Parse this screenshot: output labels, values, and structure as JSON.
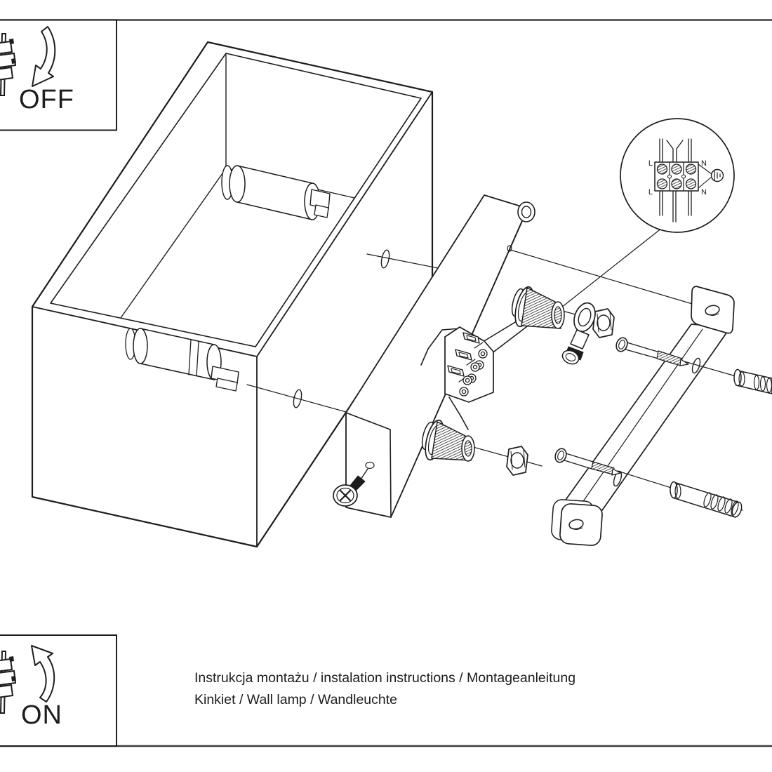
{
  "page": {
    "background": "#ffffff",
    "ink": "#1d1d1d",
    "rule_color": "#3a3a3a"
  },
  "legend_off": {
    "label": "OFF",
    "icon": "toggle-switch-icon",
    "arrow_icon": "curved-arrow-down-icon"
  },
  "legend_on": {
    "label": "ON",
    "icon": "toggle-switch-icon",
    "arrow_icon": "curved-arrow-up-icon"
  },
  "caption": {
    "line1": "Instrukcja montażu / instalation instructions / Montageanleitung",
    "line2": "Kinkiet / Wall lamp / Wandleuchte"
  },
  "wiring_detail": {
    "top_left": "L",
    "top_right": "N",
    "bottom_left": "L",
    "bottom_right": "N",
    "earth_icon": "earth-ground-icon"
  }
}
